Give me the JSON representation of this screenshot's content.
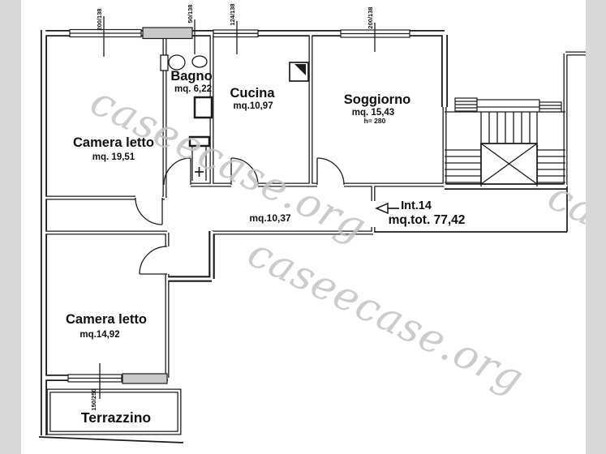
{
  "page": {
    "background": "#d8d8d8",
    "paper_color": "#fefefe",
    "line_color": "#1b1b1b"
  },
  "watermark": {
    "text": "caseecase.org",
    "color": "#c4c4c4"
  },
  "unit": {
    "id": "Int.14",
    "total_area": "mq.tot. 77,42"
  },
  "rooms": {
    "bedroom1": {
      "name": "Camera letto",
      "area": "mq. 19,51"
    },
    "bathroom": {
      "name": "Bagno",
      "area": "mq. 6,22"
    },
    "kitchen": {
      "name": "Cucina",
      "area": "mq.10,97"
    },
    "living": {
      "name": "Soggiorno",
      "area": "mq. 15,43",
      "height": "h= 280"
    },
    "hallway": {
      "area": "mq.10,37"
    },
    "bedroom2": {
      "name": "Camera letto",
      "area": "mq.14,92"
    },
    "terrace": {
      "name": "Terrazzino"
    }
  },
  "dimensions": {
    "bedroom1_window": "200/138",
    "bathroom_window": "50/138",
    "kitchen_window": "124/138",
    "living_window": "200/138",
    "bedroom2_window": "150/250"
  },
  "symbols": {
    "shaft_mark": "+"
  }
}
